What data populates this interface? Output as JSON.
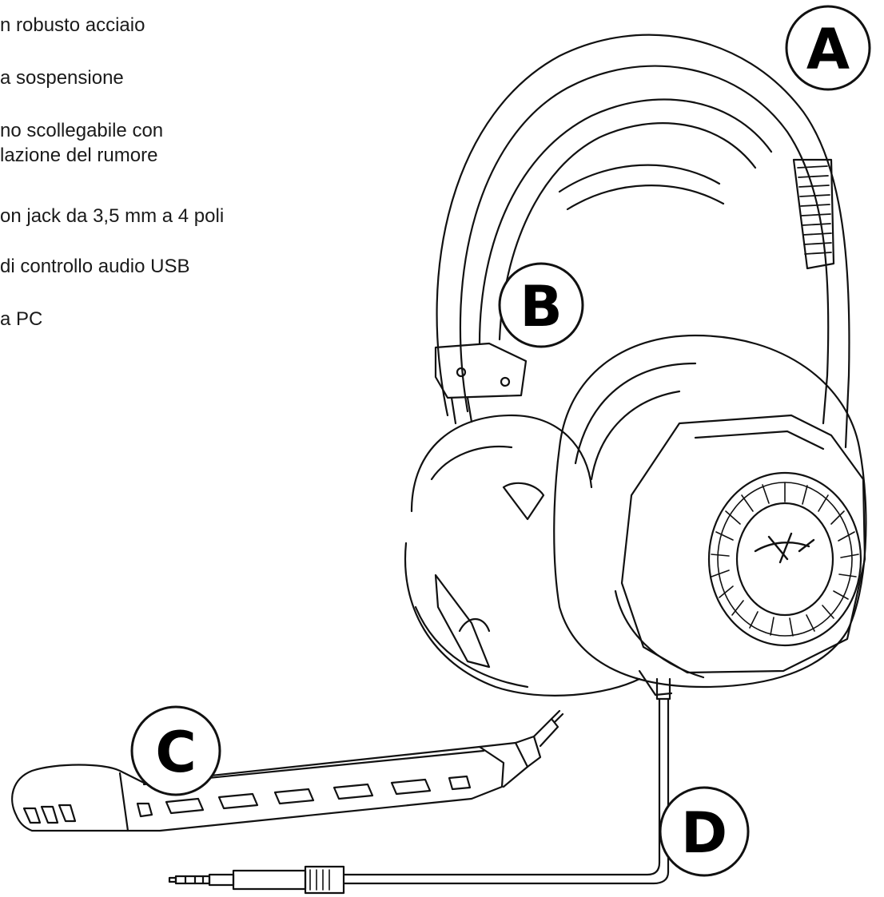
{
  "features": [
    "n robusto acciaio",
    "a sospensione",
    "no scollegabile con\nlazione del rumore",
    "on jack da 3,5 mm a 4 poli",
    "di controllo audio USB",
    "a PC"
  ],
  "callouts": [
    "A",
    "B",
    "C",
    "D"
  ]
}
